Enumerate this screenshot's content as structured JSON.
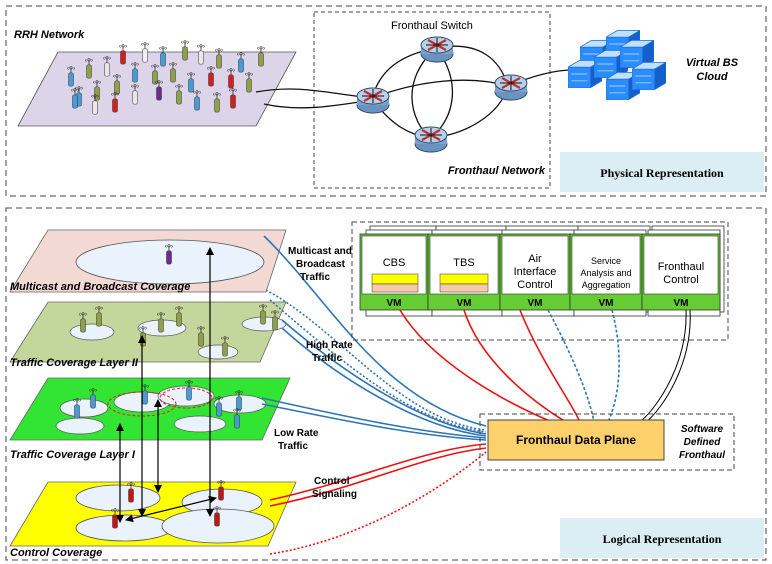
{
  "physical": {
    "rrh_network": "RRH Network",
    "fronthaul_switch": "Fronthaul Switch",
    "virtual_bs_line1": "Virtual BS",
    "virtual_bs_line2": "Cloud",
    "fronthaul_network": "Fronthaul Network",
    "representation": "Physical Representation"
  },
  "logical": {
    "layers": {
      "multicast": "Multicast and Broadcast Coverage",
      "traffic2": "Traffic Coverage Layer II",
      "traffic1": "Traffic Coverage Layer I",
      "control": "Control Coverage"
    },
    "traffic": {
      "mb1": "Multicast and",
      "mb2": "Broadcast",
      "mb3": "Traffic",
      "hr1": "High Rate",
      "hr2": "Traffic",
      "lr1": "Low Rate",
      "lr2": "Traffic",
      "cs1": "Control",
      "cs2": "Signaling"
    },
    "functions": {
      "cbs": "CBS",
      "tbs": "TBS",
      "air1": "Air",
      "air2": "Interface",
      "air3": "Control",
      "svc1": "Service",
      "svc2": "Analysis and",
      "svc3": "Aggregation",
      "fh1": "Fronthaul",
      "fh2": "Control"
    },
    "vm": "VM",
    "data_plane": "Fronthaul Data Plane",
    "sdf1": "Software",
    "sdf2": "Defined",
    "sdf3": "Fronthaul",
    "representation": "Logical Representation"
  },
  "colors": {
    "multicast_layer": "#f2d9d3",
    "traffic2_layer": "#c3d69b",
    "traffic1_layer": "#33e533",
    "control_layer": "#ffff00",
    "vm_bar": "#66cc33",
    "data_plane": "#fcd06b",
    "blue_link": "#2e75b6",
    "red_link": "#ee1111",
    "rep_box": "#daeef3"
  }
}
